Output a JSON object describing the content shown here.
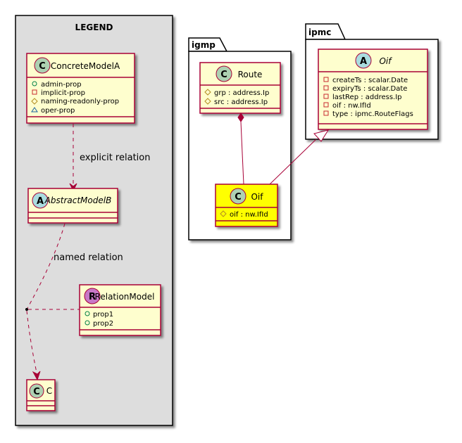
{
  "legend": {
    "title": "LEGEND",
    "concrete": {
      "glyph": "C",
      "name": "ConcreteModelA",
      "props": [
        {
          "vis": "+",
          "label": "admin-prop"
        },
        {
          "vis": "-",
          "label": "implicit-prop"
        },
        {
          "vis": "#",
          "label": "naming-readonly-prop"
        },
        {
          "vis": "~",
          "label": "oper-prop"
        }
      ]
    },
    "explicit_label": "explicit relation",
    "abstract": {
      "glyph": "A",
      "name": "AbstractModelB"
    },
    "named_label": "named relation",
    "relation": {
      "glyph": "R",
      "name": "RelationModel",
      "props": [
        {
          "vis": "+",
          "label": "prop1"
        },
        {
          "vis": "+",
          "label": "prop2"
        }
      ]
    },
    "c": {
      "glyph": "C",
      "name": "C"
    }
  },
  "igmp": {
    "title": "igmp",
    "route": {
      "glyph": "C",
      "name": "Route",
      "props": [
        {
          "vis": "#",
          "label": "grp : address.Ip"
        },
        {
          "vis": "#",
          "label": "src : address.Ip"
        }
      ]
    },
    "oif": {
      "glyph": "C",
      "name": "Oif",
      "props": [
        {
          "vis": "#",
          "label": "oif : nw.IfId"
        }
      ]
    }
  },
  "ipmc": {
    "title": "ipmc",
    "oif": {
      "glyph": "A",
      "name": "Oif",
      "props": [
        {
          "vis": "-",
          "label": "createTs : scalar.Date"
        },
        {
          "vis": "-",
          "label": "expiryTs : scalar.Date"
        },
        {
          "vis": "-",
          "label": "lastRep : address.Ip"
        },
        {
          "vis": "-",
          "label": "oif : nw.IfId"
        },
        {
          "vis": "-",
          "label": "type : ipmc.RouteFlags"
        }
      ]
    }
  },
  "colors": {
    "class_fill": "#FEFECE",
    "class_border": "#A80036",
    "highlight_fill": "#FFFF00",
    "legend_fill": "#DDDDDD",
    "badge_class": "#ADD1B2",
    "badge_abstract": "#A9DCDF",
    "badge_relation": "#C778C7",
    "line": "#A80036"
  }
}
